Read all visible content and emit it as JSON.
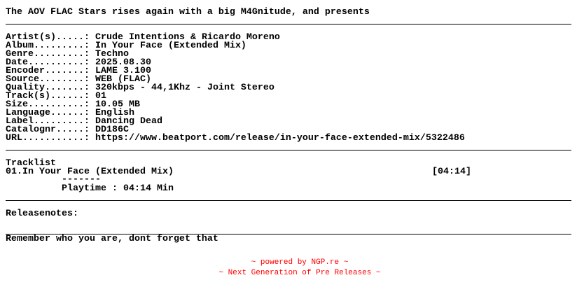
{
  "header": "The AOV FLAC Stars rises again with a big M4Gnitude, and presents",
  "info": [
    {
      "label": "Artist(s).....: ",
      "value": "Crude Intentions & Ricardo Moreno"
    },
    {
      "label": "Album.........: ",
      "value": "In Your Face (Extended Mix)"
    },
    {
      "label": "Genre.........: ",
      "value": "Techno"
    },
    {
      "label": "Date..........: ",
      "value": "2025.08.30"
    },
    {
      "label": "Encoder.......: ",
      "value": "LAME 3.100"
    },
    {
      "label": "Source........: ",
      "value": "WEB (FLAC)"
    },
    {
      "label": "Quality.......: ",
      "value": "320kbps - 44,1Khz - Joint Stereo"
    },
    {
      "label": "Track(s)......: ",
      "value": "01"
    },
    {
      "label": "Size..........: ",
      "value": "10.05 MB"
    },
    {
      "label": "Language......: ",
      "value": "English"
    },
    {
      "label": "Label.........: ",
      "value": "Dancing Dead"
    },
    {
      "label": "Catalognr.....: ",
      "value": "DD186C"
    },
    {
      "label": "URL...........: ",
      "value": "https://www.beatport.com/release/in-your-face-extended-mix/5322486"
    }
  ],
  "tracklist": {
    "heading": "Tracklist",
    "track": "01.In Your Face (Extended Mix)",
    "duration": "[04:14]",
    "separator": "-------",
    "playtime": "Playtime : 04:14 Min"
  },
  "releasenotes": "Releasenotes:",
  "note": "Remember who you are, dont forget that",
  "footer": {
    "line1": "~ powered by NGP.re ~",
    "line2": "~ Next Generation of Pre Releases ~"
  }
}
